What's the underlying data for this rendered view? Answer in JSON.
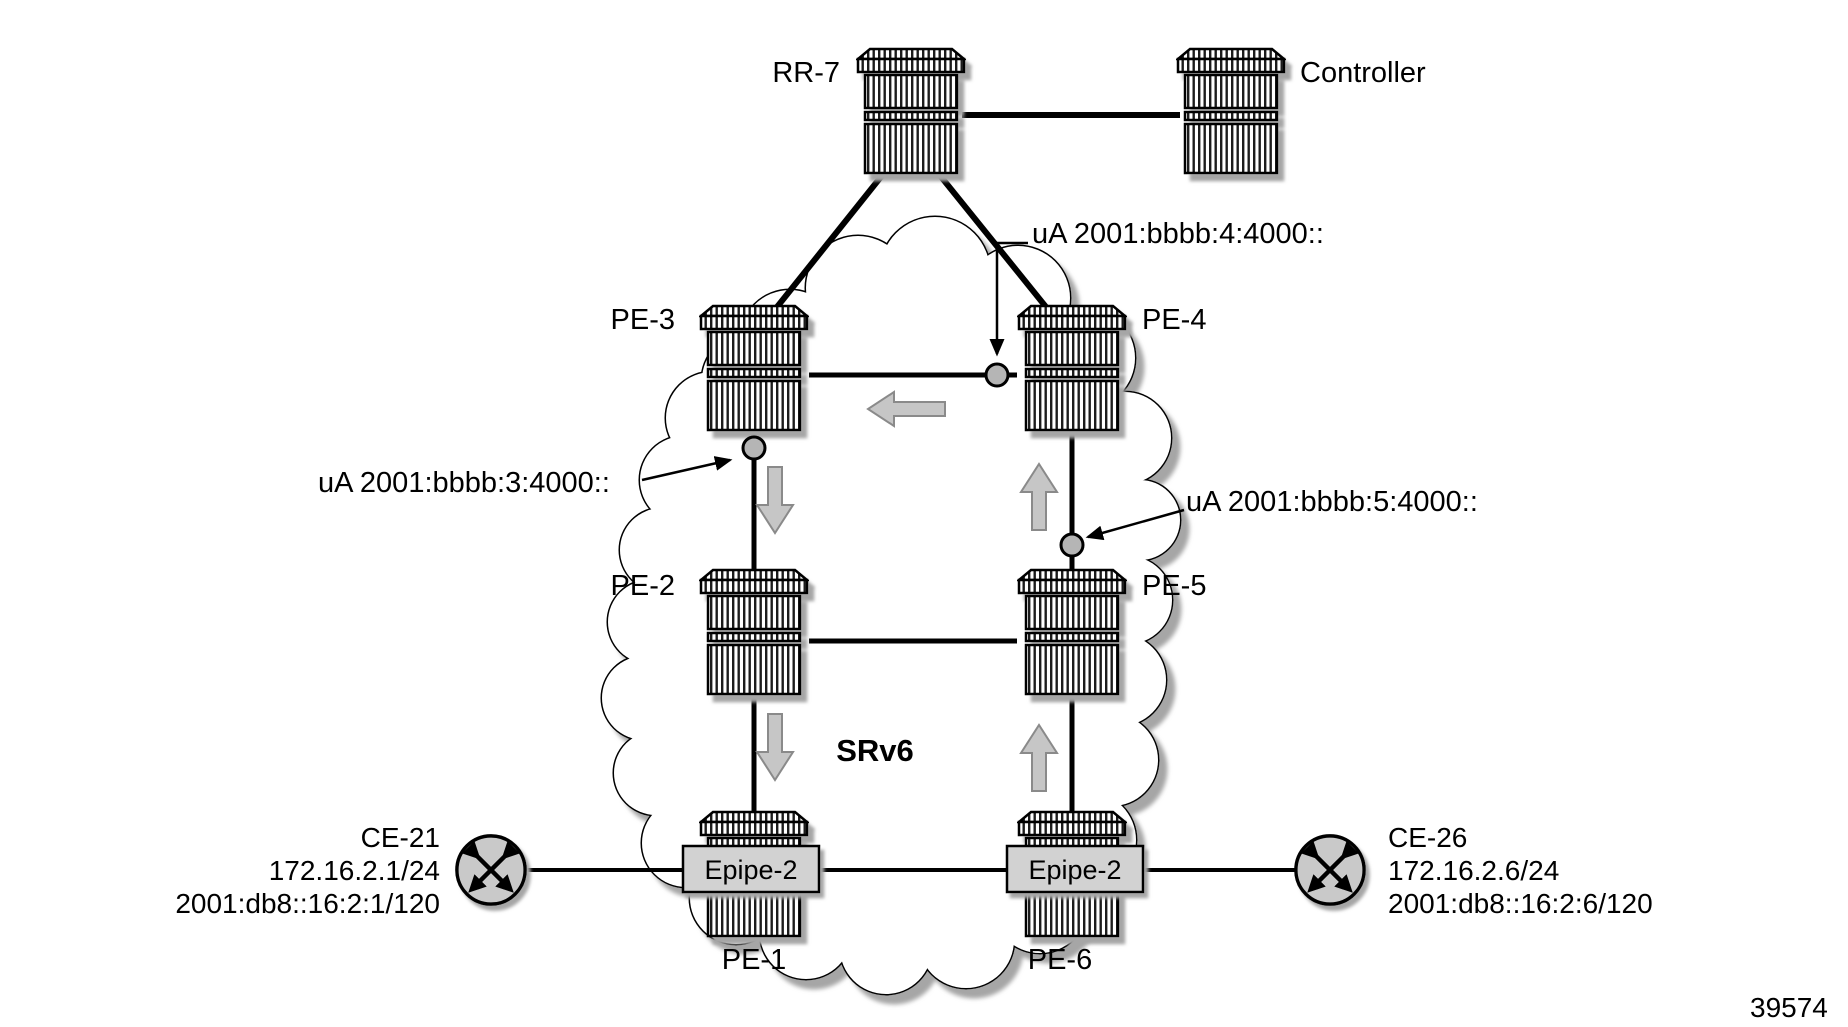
{
  "nodes": {
    "rr7": "RR-7",
    "controller": "Controller",
    "pe3": "PE-3",
    "pe4": "PE-4",
    "pe2": "PE-2",
    "pe5": "PE-5",
    "pe1": "PE-1",
    "pe6": "PE-6"
  },
  "services": {
    "epipe_left": "Epipe-2",
    "epipe_right": "Epipe-2"
  },
  "ce_left": {
    "name": "CE-21",
    "ipv4": "172.16.2.1/24",
    "ipv6": "2001:db8::16:2:1/120"
  },
  "ce_right": {
    "name": "CE-26",
    "ipv4": "172.16.2.6/24",
    "ipv6": "2001:db8::16:2:6/120"
  },
  "annotations": {
    "ua_pe4": "uA 2001:bbbb:4:4000::",
    "ua_pe3": "uA 2001:bbbb:3:4000::",
    "ua_pe5": "uA 2001:bbbb:5:4000::",
    "cloud_label": "SRv6",
    "figure_number": "39574"
  },
  "colors": {
    "line": "#000000",
    "cloud_fill": "#ffffff",
    "shadow": "#a6a6a6",
    "arrow_fill": "#c6c6c6",
    "arrow_stroke": "#8a8a8a",
    "anchor_fill": "#b5b5b5",
    "epipe_fill": "#d2d2d2",
    "ce_fill": "#c9c9c9"
  }
}
